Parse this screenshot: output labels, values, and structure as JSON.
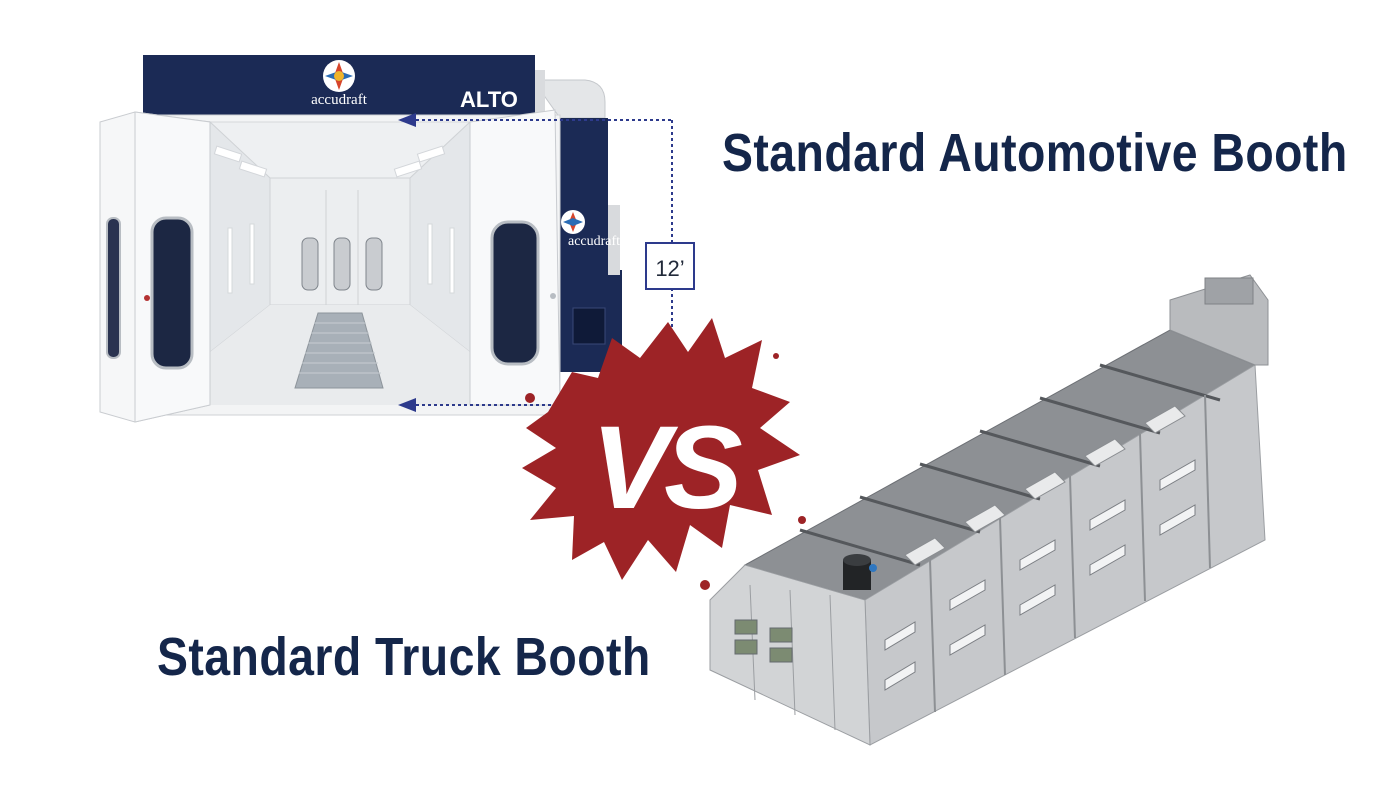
{
  "automotive_booth": {
    "title": "Standard Automotive Booth",
    "brand": "accudraft",
    "model": "ALTO",
    "side_brand": "accudraft",
    "dimension_label": "12’"
  },
  "truck_booth": {
    "title": "Standard Truck Booth"
  },
  "versus_label": "VS",
  "colors": {
    "heading": "#14264a",
    "brand_navy": "#1b2a55",
    "splash_red": "#9d2326",
    "dimension_line": "#2d3a8c",
    "truck_body": "#c6c8cb",
    "truck_roof": "#8d9094"
  },
  "icons": [
    "accudraft-logo-icon",
    "dimension-arrow-icon",
    "paint-splash-icon",
    "exhaust-fan-icon"
  ]
}
